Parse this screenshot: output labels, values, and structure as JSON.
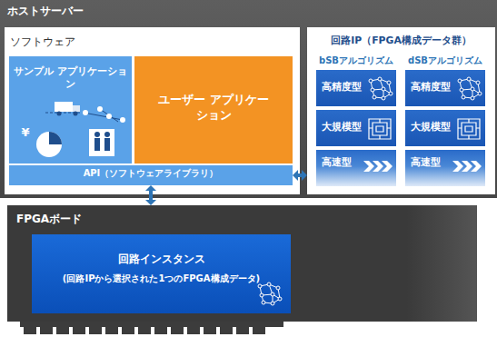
{
  "diagram": {
    "nodes": [
      {
        "text": [
          "ホストサーバー"
        ]
      },
      {
        "text": [
          "ソフトウェア"
        ],
        "in": 0
      },
      {
        "text": [
          "サンプル アプリケーション"
        ],
        "in": 1
      },
      {
        "text": [
          "ユーザー アプリケーション"
        ],
        "in": 1
      },
      {
        "text": [
          "API（ソフトウェアライブラリ）"
        ],
        "in": 1
      },
      {
        "text": [
          "回路IP（FPGA構成データ群）"
        ],
        "in": 0
      },
      {
        "text": [
          "高精度型"
        ],
        "in": 5
      },
      {
        "text": [
          "高精度型"
        ],
        "in": 5
      },
      {
        "text": [
          "大規模型"
        ],
        "in": 5
      },
      {
        "text": [
          "大規模型"
        ],
        "in": 5
      },
      {
        "text": [
          "高速型"
        ],
        "in": 5
      },
      {
        "text": [
          "高速型"
        ],
        "in": 5
      },
      {
        "text": [
          "FPGAボード"
        ]
      },
      {
        "text": [
          "回路インスタンス",
          "(回路IPから選択された1つのFPGA構成データ)"
        ],
        "in": 12
      }
    ],
    "edges": [
      {
        "from": 4,
        "to": 5,
        "arrow": "both"
      },
      {
        "from": 4,
        "to": 12,
        "arrow": "both"
      }
    ],
    "labels": [
      "bSBアルゴリズム",
      "dSBアルゴリズム",
      "¥"
    ]
  }
}
